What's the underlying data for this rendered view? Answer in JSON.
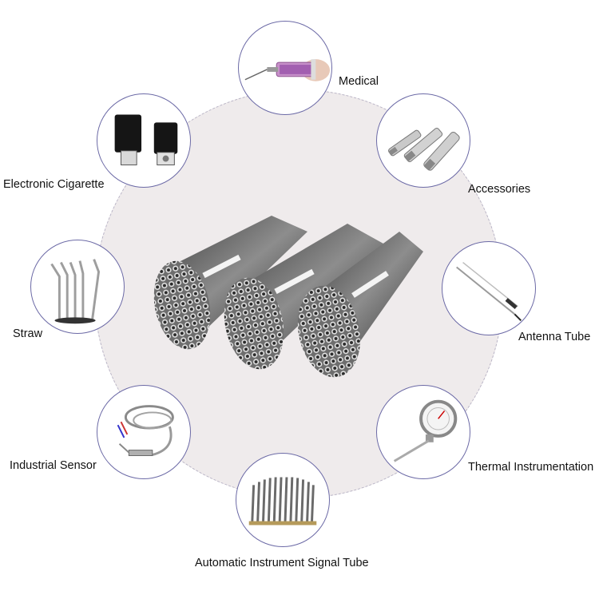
{
  "labels": {
    "medical": "Medical",
    "accessories": "Accessories",
    "antenna": "Antenna Tube",
    "thermal": "Thermal Instrumentation",
    "signal": "Automatic Instrument Signal Tube",
    "sensor": "Industrial Sensor",
    "straw": "Straw",
    "cigarette": "Electronic Cigarette"
  },
  "icons": {
    "center": "tube-bundles-image",
    "medical": "syringe-image",
    "accessories": "metal-fittings-image",
    "antenna": "antenna-rod-image",
    "thermal": "thermometer-gauge-image",
    "signal": "tube-array-image",
    "sensor": "cable-sensor-image",
    "straw": "bent-straws-image",
    "cigarette": "vape-pod-image"
  },
  "colors": {
    "circle_fill": "#efebec",
    "node_border": "#6c6aa6",
    "ring_dash": "#b9b4c6"
  }
}
